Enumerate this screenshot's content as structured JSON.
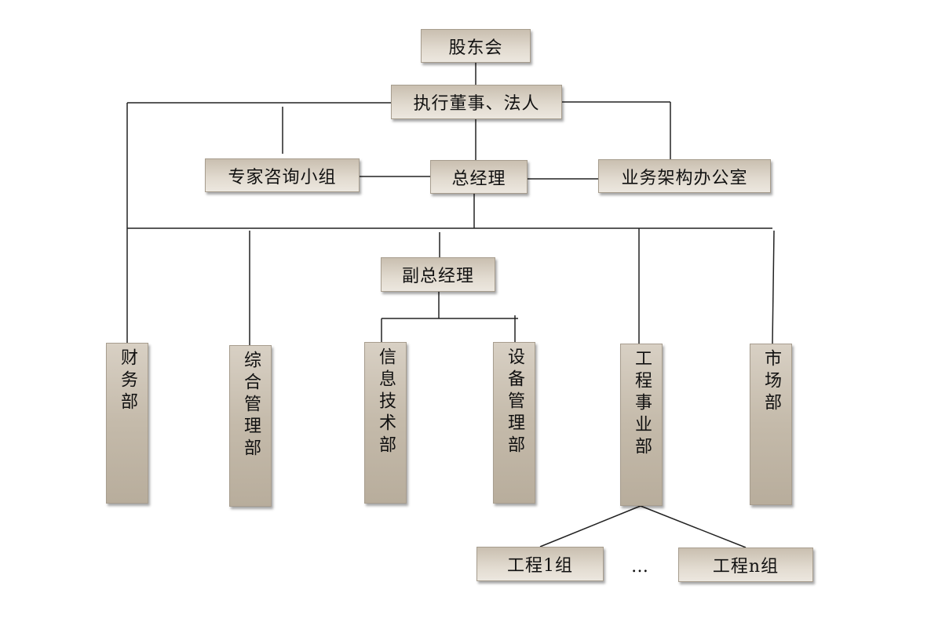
{
  "nodes": {
    "shareholders": "股东会",
    "exec_director": "执行董事、法人",
    "expert_group": "专家咨询小组",
    "general_manager": "总经理",
    "business_office": "业务架构办公室",
    "deputy_gm": "副总经理",
    "finance": "财务部",
    "general_admin": "综合管理部",
    "info_tech": "信息技术部",
    "equipment": "设备管理部",
    "engineering": "工程事业部",
    "market": "市场部",
    "eng_group_1": "工程1组",
    "eng_group_n": "工程n组",
    "ellipsis": "…"
  }
}
